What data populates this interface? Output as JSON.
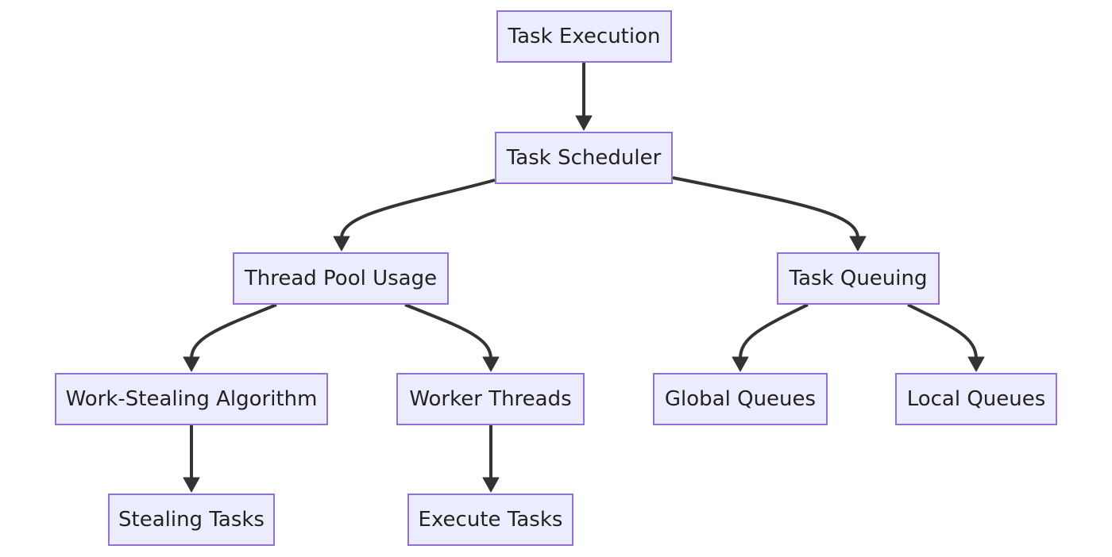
{
  "diagram": {
    "nodes": {
      "task_execution": "Task Execution",
      "task_scheduler": "Task Scheduler",
      "thread_pool_usage": "Thread Pool Usage",
      "task_queuing": "Task Queuing",
      "work_stealing_algorithm": "Work-Stealing Algorithm",
      "worker_threads": "Worker Threads",
      "global_queues": "Global Queues",
      "local_queues": "Local Queues",
      "stealing_tasks": "Stealing Tasks",
      "execute_tasks": "Execute Tasks"
    },
    "edges": [
      {
        "from": "Task Execution",
        "to": "Task Scheduler"
      },
      {
        "from": "Task Scheduler",
        "to": "Thread Pool Usage"
      },
      {
        "from": "Task Scheduler",
        "to": "Task Queuing"
      },
      {
        "from": "Thread Pool Usage",
        "to": "Work-Stealing Algorithm"
      },
      {
        "from": "Thread Pool Usage",
        "to": "Worker Threads"
      },
      {
        "from": "Task Queuing",
        "to": "Global Queues"
      },
      {
        "from": "Task Queuing",
        "to": "Local Queues"
      },
      {
        "from": "Work-Stealing Algorithm",
        "to": "Stealing Tasks"
      },
      {
        "from": "Worker Threads",
        "to": "Execute Tasks"
      }
    ],
    "colors": {
      "node_fill": "#ececff",
      "node_border": "#9370db",
      "edge": "#333333",
      "text": "#222222"
    }
  }
}
